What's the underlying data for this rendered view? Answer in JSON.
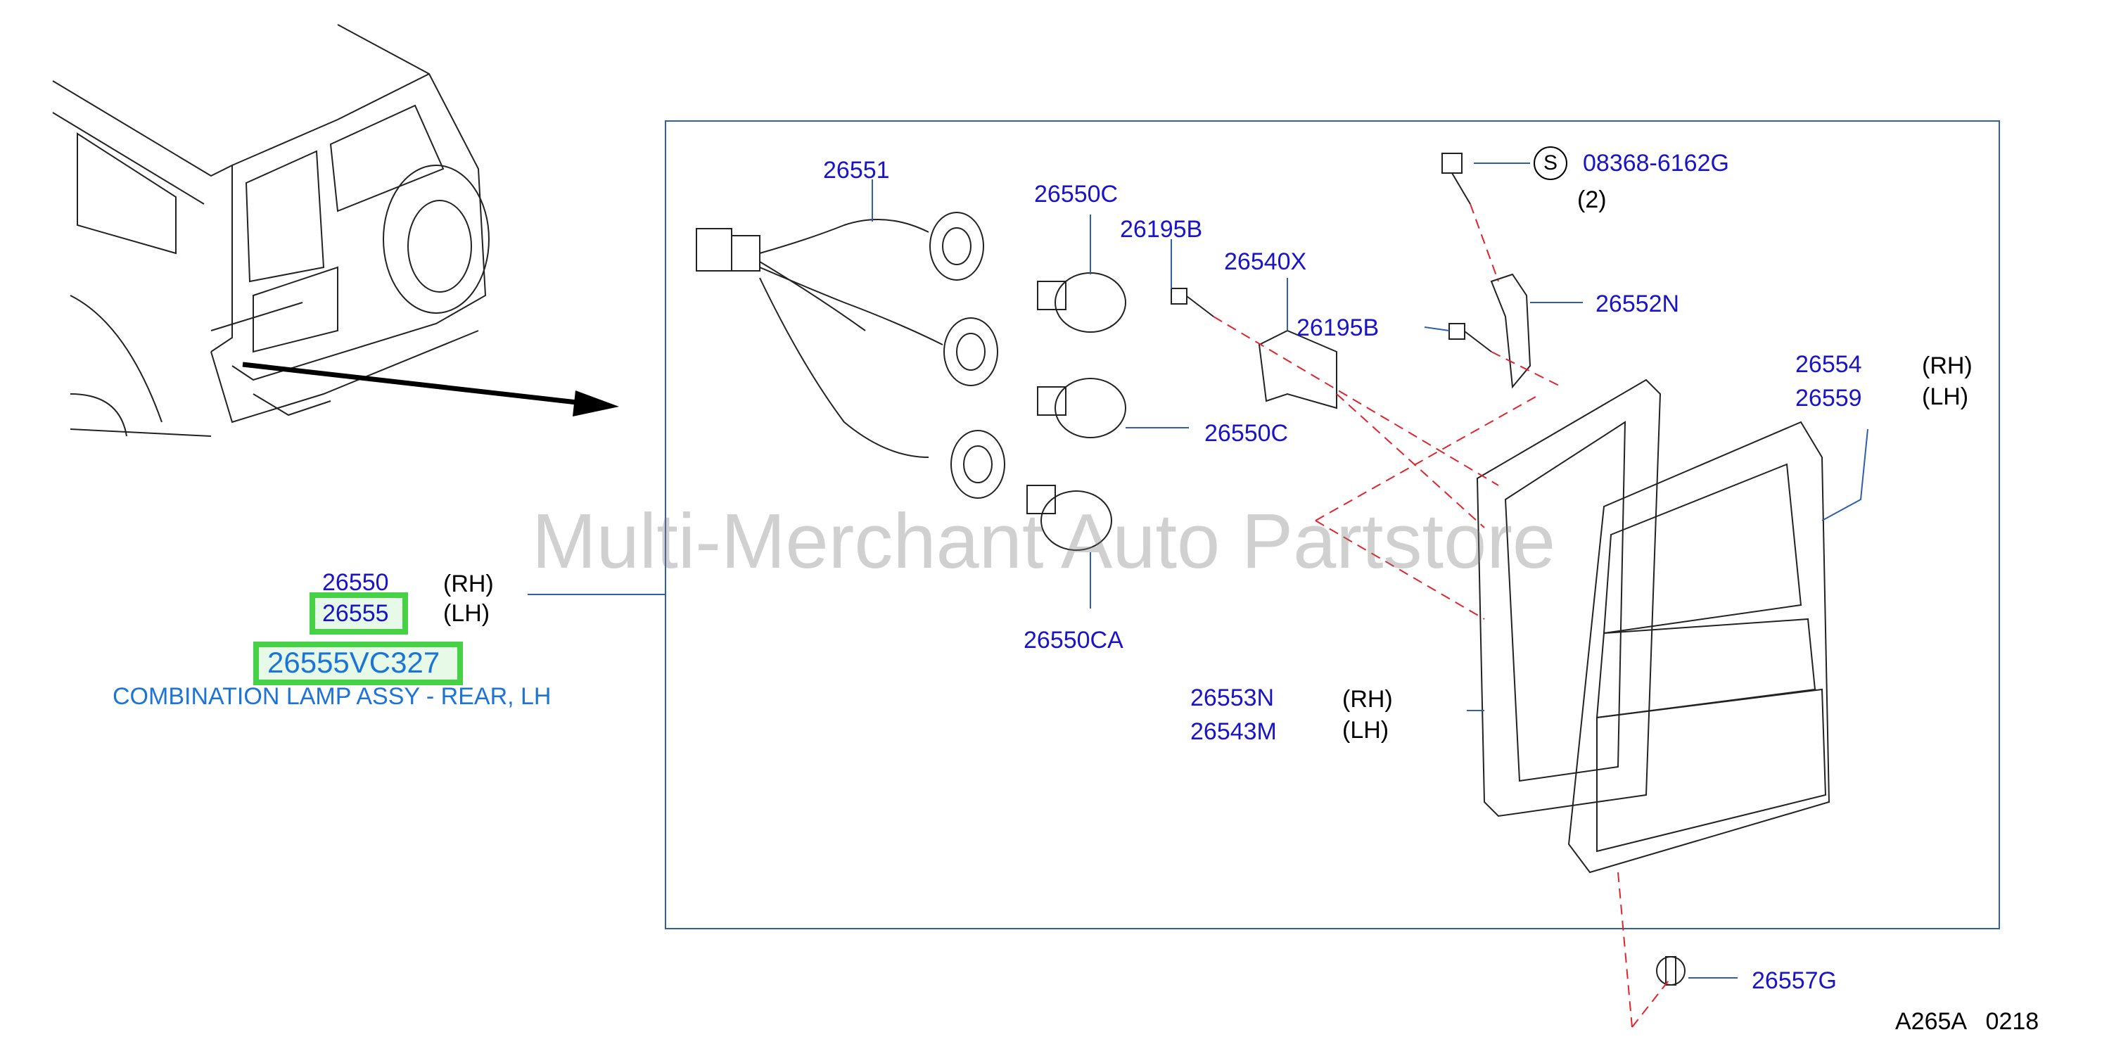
{
  "colors": {
    "part_link": "#1a14c8",
    "description": "#1c74d9",
    "frame": "#2f5fa8",
    "highlight": "#47d147",
    "leader_dashed": "#e0242b",
    "line_art": "#222222"
  },
  "icons": {
    "vehicle": "suv-rear-view-icon",
    "connector": "wiring-harness-icon",
    "bulb": "bulb-icon",
    "bolt": "bolt-icon",
    "bracket": "bracket-icon",
    "lamp": "tail-lamp-icon",
    "gasket": "gasket-icon",
    "clip": "clip-icon"
  },
  "watermark": "Multi-Merchant Auto Partstore",
  "selected": {
    "rh_number": "26550",
    "rh_side": "(RH)",
    "lh_number": "26555",
    "lh_side": "(LH)",
    "part_code": "26555VC327",
    "description": "COMBINATION LAMP ASSY - REAR, LH"
  },
  "callouts": {
    "harness": "26551",
    "bulb_top": "26550C",
    "screw_top": "26195B",
    "bracket": "26540X",
    "screw_mid": "26195B",
    "bulb_mid": "26550C",
    "bulb_bottom": "26550CA",
    "bolt_code": "08368-6162G",
    "bolt_s": "S",
    "bolt_qty": "(2)",
    "bracket_n": "26552N",
    "lamp_rh": "26554",
    "lamp_rh_side": "(RH)",
    "lamp_lh": "26559",
    "lamp_lh_side": "(LH)",
    "gasket_rh": "26553N",
    "gasket_rh_side": "(RH)",
    "gasket_lh": "26543M",
    "gasket_lh_side": "(LH)",
    "clip": "26557G"
  },
  "diagram_code": "A265A   0218"
}
